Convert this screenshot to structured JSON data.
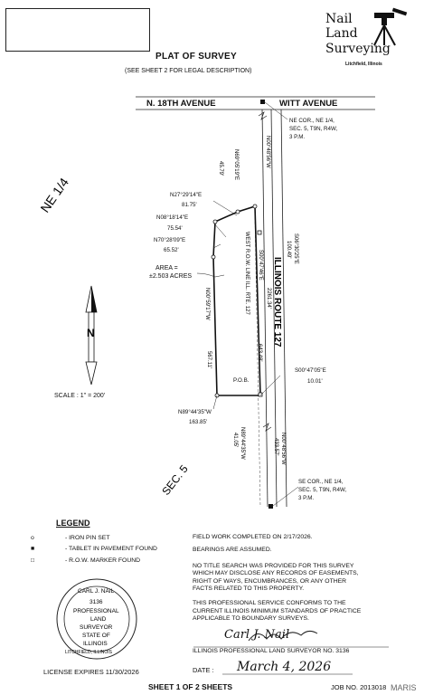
{
  "title": "PLAT OF SURVEY",
  "subtitle": "(SEE SHEET 2 FOR LEGAL DESCRIPTION)",
  "logo": {
    "line1": "Nail",
    "line2": "Land",
    "line3": "Surveying",
    "city": "Litchfield, Illinois"
  },
  "streets": {
    "north": "N. 18TH AVENUE",
    "witt": "WITT AVENUE",
    "route": "ILLINOIS ROUTE 127"
  },
  "quarter_label": "NE 1/4",
  "section_label": "SEC. 5",
  "ne_corner": [
    "NE COR., NE 1/4,",
    "SEC. 5, T9N, R4W,",
    "3 P.M."
  ],
  "se_corner": [
    "SE COR., NE 1/4,",
    "SEC. 5, T9N, R4W,",
    "3 P.M."
  ],
  "bearings": {
    "b1_bearing": "N69°05'19\"E",
    "b1_dist": "45.79'",
    "b2_bearing": "N27°29'14\"E",
    "b2_dist": "81.75'",
    "b3_bearing": "N08°18'14\"E",
    "b3_dist": "75.54'",
    "b4_bearing": "N70°28'09\"E",
    "b4_dist": "65.52'",
    "b5_bearing": "N00°48'56\"W",
    "b6_bearing": "S06°30'25\"E",
    "b6_dist": "100.49'",
    "b7_bearing": "S00°47'46\"E",
    "b7_dist": "2261.34'",
    "b8_dist": "643.48'",
    "b9_bearing": "N00°59'17\"W",
    "b9_dist": "567.11'",
    "b10_bearing": "S00°47'05\"E",
    "b10_dist": "10.01'",
    "b11_bearing": "N89°44'35\"W",
    "b11_dist": "163.85'",
    "b12_bearing": "N89°44'35\"W",
    "b12_dist": "41.05'",
    "b13_bearing": "N00°48'56\"W",
    "b13_dist": "433.57'"
  },
  "row_line": "WEST R.O.W. LINE ILL. RTE. 127",
  "area_label": "AREA =",
  "area_value": "±2.503 ACRES",
  "pob": "P.O.B.",
  "north_arrow": "N",
  "scale": "SCALE : 1\" = 200'",
  "legend": {
    "title": "LEGEND",
    "items": [
      {
        "symbol": "o",
        "text": "- IRON PIN SET"
      },
      {
        "symbol": "■",
        "text": "- TABLET IN PAVEMENT FOUND"
      },
      {
        "symbol": "□",
        "text": "- R.O.W. MARKER FOUND"
      }
    ]
  },
  "field_work": "FIELD WORK COMPLETED ON 2/17/2026.",
  "bearings_note": "BEARINGS ARE ASSUMED.",
  "title_search": [
    "NO TITLE SEARCH WAS PROVIDED FOR THIS SURVEY",
    "WHICH MAY DISCLOSE ANY RECORDS OF EASEMENTS,",
    "RIGHT OF WAYS, ENCUMBRANCES, OR ANY OTHER",
    "FACTS RELATED TO THIS PROPERTY."
  ],
  "conformance": [
    "THIS PROFESSIONAL SERVICE CONFORMS TO THE",
    "CURRENT ILLINOIS MINIMUM STANDARDS OF PRACTICE",
    "APPLICABLE TO BOUNDARY SURVEYS."
  ],
  "seal": {
    "name": "CARL J. NAIL",
    "number": "3136",
    "line1": "PROFESSIONAL",
    "line2": "LAND",
    "line3": "SURVEYOR",
    "line4": "STATE OF",
    "line5": "ILLINOIS",
    "city": "LITCHFIELD, ILLINOIS"
  },
  "signature": "Carl J. Nail",
  "surveyor_line": "ILLINOIS PROFESSIONAL LAND SURVEYOR NO. 3136",
  "date_label": "DATE :",
  "date_value": "March 4, 2026",
  "license": "LICENSE EXPIRES 11/30/2026",
  "sheet": "SHEET 1 OF 2 SHEETS",
  "job": "JOB NO. 2013018",
  "watermark": "MARIS"
}
